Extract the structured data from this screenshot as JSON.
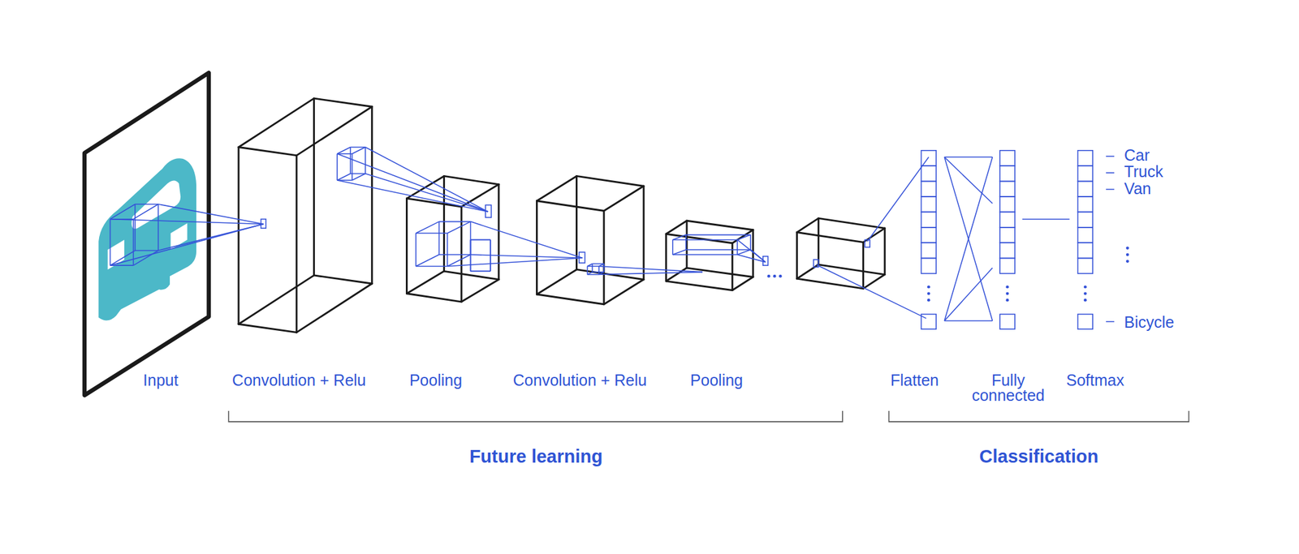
{
  "diagram": {
    "labels": [
      "Input",
      "Convolution + Relu",
      "Pooling",
      "Convolution + Relu",
      "Pooling",
      "Flatten",
      "Fully connected",
      "Softmax",
      "Car",
      "Truck",
      "Van",
      "Bicycle",
      "Future learning",
      "Classification"
    ]
  }
}
